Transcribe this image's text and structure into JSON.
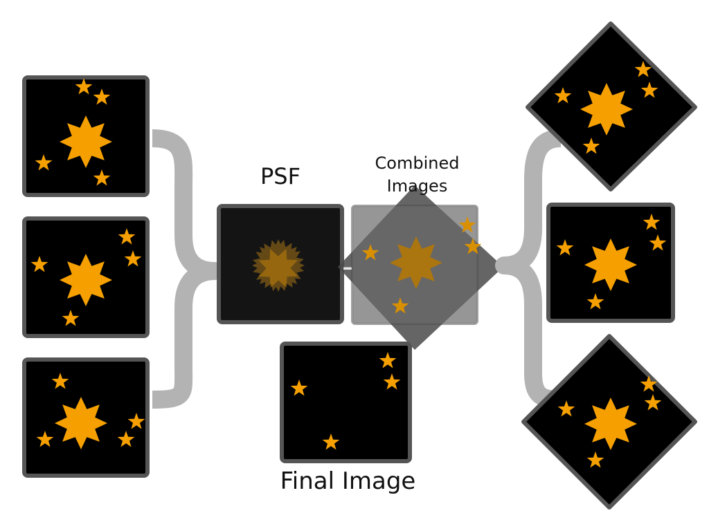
{
  "labels": {
    "psf": "PSF",
    "combined": "Combined Images",
    "final": "Final Image"
  },
  "operator": "-",
  "colors": {
    "background": "#ffffff",
    "panel": "#000000",
    "panel_border": "#555555",
    "star": "#f5a000",
    "brace": "#b3b3b3",
    "psf_panel": "#141414",
    "combined_panel": "#6e6e6e",
    "operator": "#e6e6e6"
  },
  "panels": {
    "left": [
      "input-image-1",
      "input-image-2",
      "input-image-3"
    ],
    "right": [
      "rotated-image-1",
      "rotated-image-2",
      "rotated-image-3"
    ]
  }
}
